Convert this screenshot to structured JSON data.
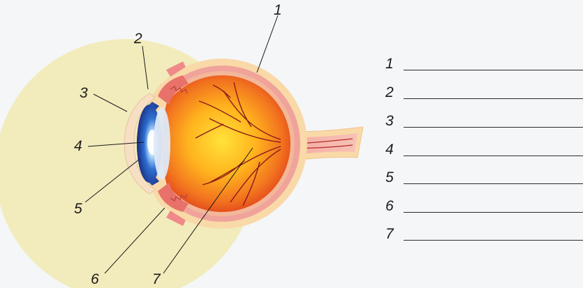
{
  "colors": {
    "background": "#f5f6f8",
    "halo": "#f2ecbc",
    "sclera": "#f9d9a8",
    "choroid": "#f0a39a",
    "retina_inner": "#f08a2a",
    "vitreous_center": "#ffd21a",
    "iris": "#1f4aa6",
    "lens": "#dfe9f5",
    "vessels": "#8a1a1a"
  },
  "callouts": [
    {
      "id": "1",
      "label": "1"
    },
    {
      "id": "2",
      "label": "2"
    },
    {
      "id": "3",
      "label": "3"
    },
    {
      "id": "4",
      "label": "4"
    },
    {
      "id": "5",
      "label": "5"
    },
    {
      "id": "6",
      "label": "6"
    },
    {
      "id": "7",
      "label": "7"
    }
  ],
  "answers": [
    {
      "label": "1",
      "value": ""
    },
    {
      "label": "2",
      "value": ""
    },
    {
      "label": "3",
      "value": ""
    },
    {
      "label": "4",
      "value": ""
    },
    {
      "label": "5",
      "value": ""
    },
    {
      "label": "6",
      "value": ""
    },
    {
      "label": "7",
      "value": ""
    }
  ]
}
